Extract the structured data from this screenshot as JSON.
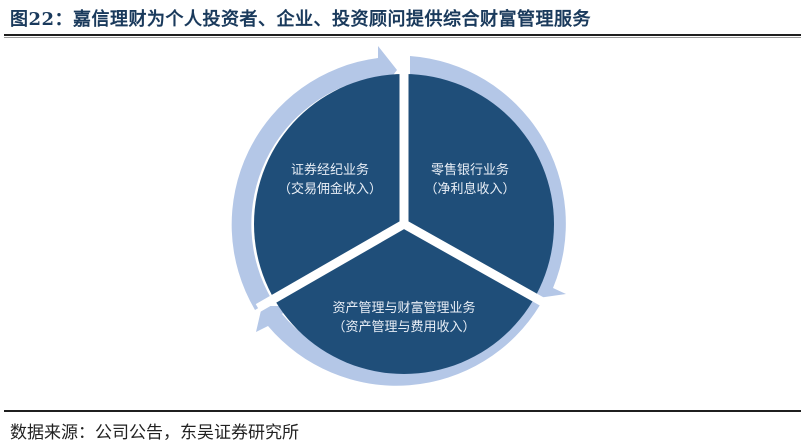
{
  "header": {
    "title": "图22：嘉信理财为个人投资者、企业、投资顾问提供综合财富管理服务"
  },
  "diagram": {
    "type": "cycle-pie",
    "colors": {
      "segment_fill": "#1f4e79",
      "ring_arrow": "#b4c7e7",
      "divider": "#ffffff"
    },
    "segments": [
      {
        "id": "securities",
        "line1": "证券经纪业务",
        "line2": "（交易佣金收入）",
        "position": "upper-left"
      },
      {
        "id": "retail-banking",
        "line1": "零售银行业务",
        "line2": "（净利息收入）",
        "position": "upper-right"
      },
      {
        "id": "wealth-management",
        "line1": "资产管理与财富管理业务",
        "line2": "（资产管理与费用收入）",
        "position": "bottom"
      }
    ],
    "arrows": [
      "clockwise-top",
      "clockwise-lower-right",
      "clockwise-lower-left"
    ]
  },
  "footer": {
    "source": "数据来源：公司公告，东吴证券研究所"
  }
}
